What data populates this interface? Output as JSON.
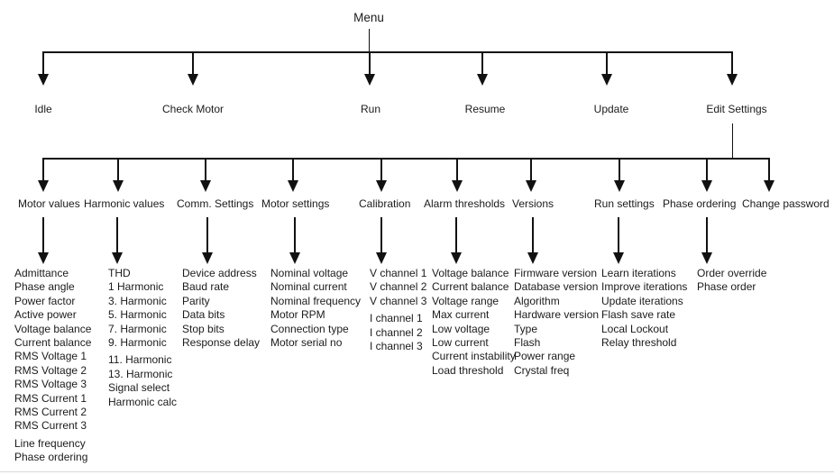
{
  "diagram": {
    "root": "Menu",
    "level2": [
      {
        "label": "Idle"
      },
      {
        "label": "Check Motor"
      },
      {
        "label": "Run"
      },
      {
        "label": "Resume"
      },
      {
        "label": "Update"
      },
      {
        "label": "Edit Settings"
      }
    ],
    "level3": [
      {
        "label": "Motor values",
        "children": [
          "Admittance",
          "Phase angle",
          "Power factor",
          "Active power",
          "Voltage balance",
          "Current balance",
          "RMS Voltage 1",
          "RMS Voltage 2",
          "RMS Voltage 3",
          "RMS Current 1",
          "RMS Current 2",
          "RMS Current 3",
          "Line frequency",
          "Phase ordering"
        ]
      },
      {
        "label": "Harmonic values",
        "children": [
          "THD",
          "1 Harmonic",
          "3. Harmonic",
          "5. Harmonic",
          "7. Harmonic",
          "9. Harmonic",
          "11. Harmonic",
          "13. Harmonic",
          "Signal select",
          "Harmonic calc"
        ]
      },
      {
        "label": "Comm. Settings",
        "children": [
          "Device address",
          "Baud rate",
          "Parity",
          "Data bits",
          "Stop bits",
          "Response delay"
        ]
      },
      {
        "label": "Motor settings",
        "children": [
          "Nominal voltage",
          "Nominal current",
          "Nominal frequency",
          "Motor RPM",
          "Connection type",
          "Motor serial no"
        ]
      },
      {
        "label": "Calibration",
        "children": [
          "V channel 1",
          "V channel 2",
          "V channel 3",
          "I channel 1",
          "I channel 2",
          "I channel 3"
        ]
      },
      {
        "label": "Alarm thresholds",
        "children": [
          "Voltage balance",
          "Current balance",
          "Voltage range",
          "Max current",
          "Low voltage",
          "Low current",
          "Current instability",
          "Load threshold"
        ]
      },
      {
        "label": "Versions",
        "children": [
          "Firmware version",
          "Database version",
          "Algorithm",
          "Hardware version",
          "Type",
          "Flash",
          "Power range",
          "Crystal freq"
        ]
      },
      {
        "label": "Run settings",
        "children": [
          "Learn iterations",
          "Improve iterations",
          "Update iterations",
          "Flash save rate",
          "Local Lockout",
          "Relay threshold"
        ]
      },
      {
        "label": "Phase ordering",
        "children": [
          "Order override",
          "Phase order"
        ]
      },
      {
        "label": "Change password",
        "children": []
      }
    ]
  },
  "colors": {
    "line": "#111111",
    "text": "#1b1b1b",
    "divider": "#d9d9d9"
  }
}
